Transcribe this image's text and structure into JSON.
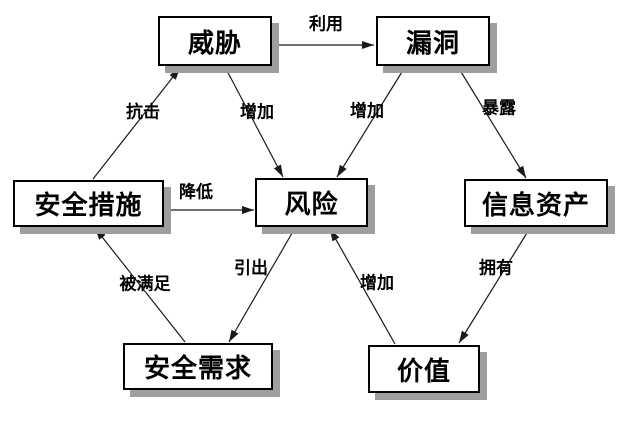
{
  "diagram": {
    "type": "relationship-graph",
    "colors": {
      "background": "#ffffff",
      "box_fill": "#ffffff",
      "box_border": "#000000",
      "box_shadow": "#9e9e9e",
      "line": "#1a1a1a",
      "text": "#000000"
    },
    "nodes": [
      {
        "id": "threat",
        "label": "威胁"
      },
      {
        "id": "vulnerability",
        "label": "漏洞"
      },
      {
        "id": "security-measures",
        "label": "安全措施"
      },
      {
        "id": "risk",
        "label": "风险"
      },
      {
        "id": "information-assets",
        "label": "信息资产"
      },
      {
        "id": "security-requirements",
        "label": "安全需求"
      },
      {
        "id": "value",
        "label": "价值"
      }
    ],
    "edges": [
      {
        "from": "threat",
        "to": "vulnerability",
        "label": "利用"
      },
      {
        "from": "security-measures",
        "to": "threat",
        "label": "抗击"
      },
      {
        "from": "threat",
        "to": "risk",
        "label": "增加"
      },
      {
        "from": "vulnerability",
        "to": "risk",
        "label": "增加"
      },
      {
        "from": "vulnerability",
        "to": "information-assets",
        "label": "暴露"
      },
      {
        "from": "security-measures",
        "to": "risk",
        "label": "降低"
      },
      {
        "from": "security-requirements",
        "to": "security-measures",
        "label": "被满足"
      },
      {
        "from": "risk",
        "to": "security-requirements",
        "label": "引出"
      },
      {
        "from": "value",
        "to": "risk",
        "label": "增加"
      },
      {
        "from": "information-assets",
        "to": "value",
        "label": "拥有"
      }
    ]
  }
}
